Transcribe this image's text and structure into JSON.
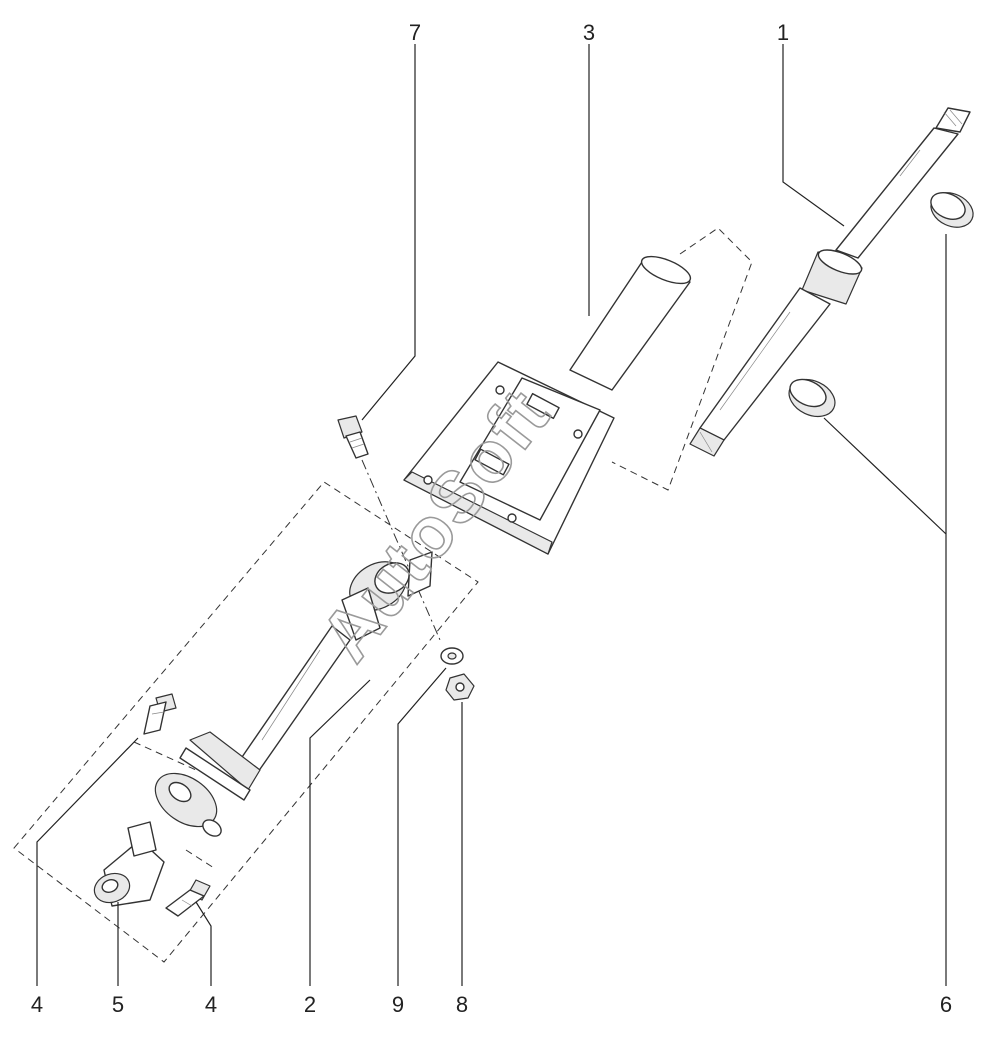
{
  "callouts": {
    "c1": "1",
    "c2": "2",
    "c3": "3",
    "c4a": "4",
    "c4b": "4",
    "c5": "5",
    "c6": "6",
    "c7": "7",
    "c8": "8",
    "c9": "9"
  },
  "watermark": "AutoSoft"
}
